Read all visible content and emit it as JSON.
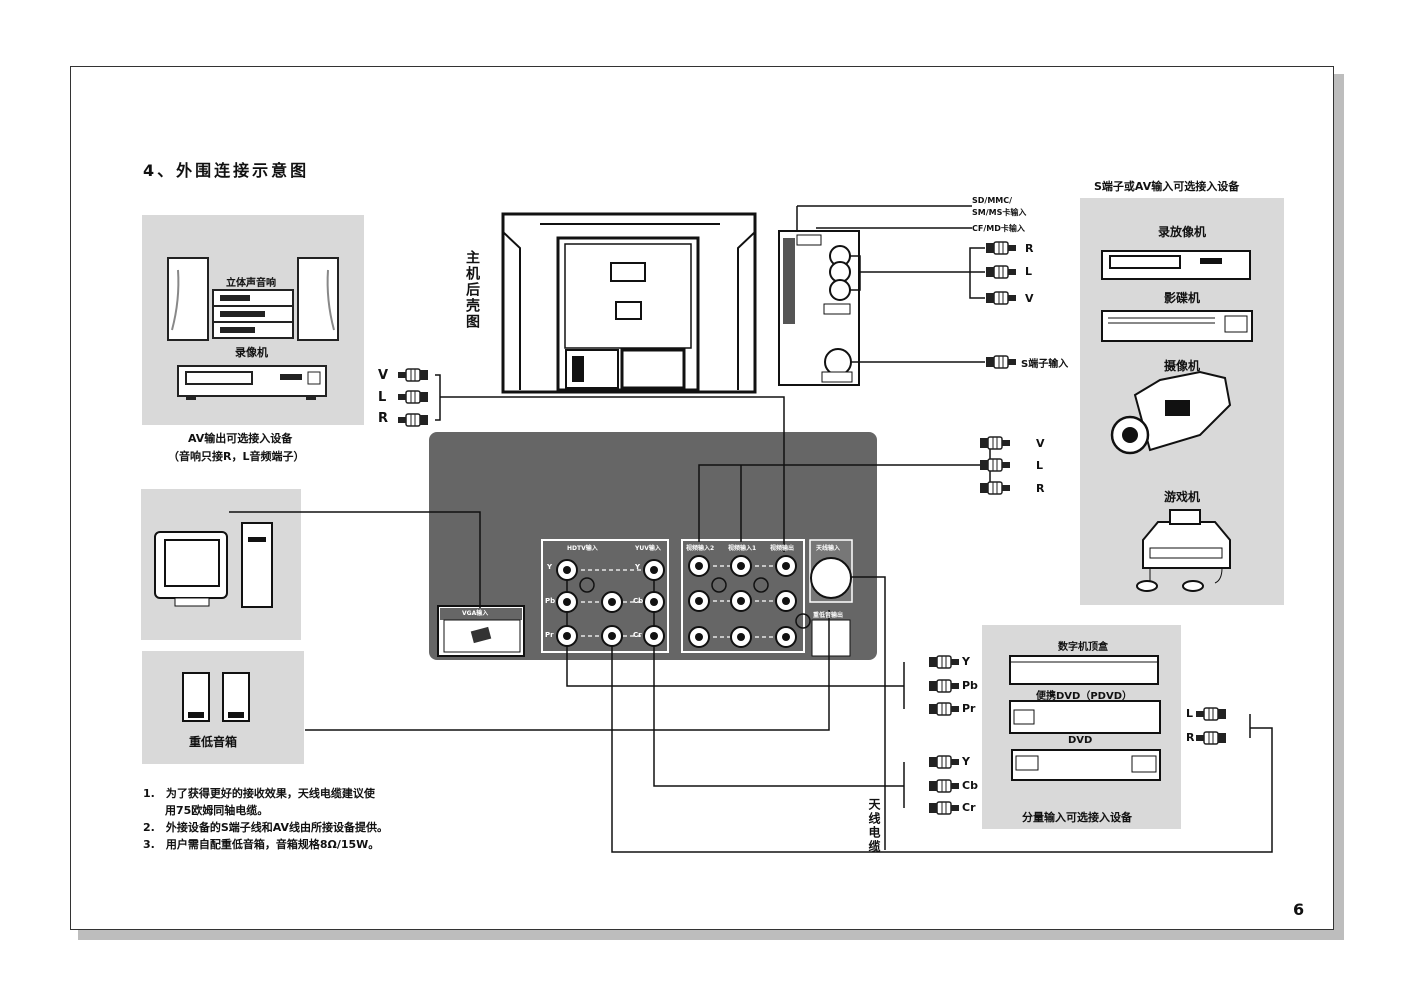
{
  "section_title": "4、外围连接示意图",
  "rear_view_label": "主机后壳图",
  "antenna_cable_label": "天线电缆",
  "page_number": "6",
  "left_panel": {
    "stereo_label": "立体声音响",
    "vcr_label": "录像机",
    "caption_line1": "AV输出可选接入设备",
    "caption_line2": "（音响只接R，L音频端子）",
    "ports": [
      "V",
      "L",
      "R"
    ]
  },
  "speakers_label": "重低音箱",
  "right_panel": {
    "title": "S端子或AV输入可选接入设备",
    "items": [
      "录放像机",
      "影碟机",
      "摄像机",
      "游戏机"
    ]
  },
  "card_slot": {
    "line1": "SD/MMC/",
    "line2": "SM/MS卡输入",
    "line3": "CF/MD卡输入",
    "rca": [
      "R",
      "L",
      "V"
    ],
    "s_video": "S端子输入"
  },
  "av_ports_right": [
    "V",
    "L",
    "R"
  ],
  "component_panel": {
    "title_top": "数字机顶盒",
    "pdvd_label": "便携DVD（PDVD）",
    "dvd_label": "DVD",
    "caption": "分量输入可选接入设备",
    "ypbpr": [
      "Y",
      "Pb",
      "Pr"
    ],
    "ycbcr": [
      "Y",
      "Cb",
      "Cr"
    ],
    "lr": [
      "L",
      "R"
    ]
  },
  "back_panel": {
    "vga_label": "VGA输入",
    "hdtv_label": "HDTV输入",
    "yuv_label": "YUV输入",
    "av_in2_label": "视频输入2",
    "av_in1_label": "视频输入1",
    "av_out_label": "视频输出",
    "rf_label": "天线输入",
    "sub_label": "重低音输出",
    "hdtv_ports": [
      "Y",
      "Pb",
      "Pr"
    ],
    "yuv_ports": [
      "Y",
      "Cb",
      "Cr"
    ]
  },
  "notes": [
    "1.　为了获得更好的接收效果，天线电缆建议使",
    "　　用75欧姆同轴电缆。",
    "2.　外接设备的S端子线和AV线由所接设备提供。",
    "3.　用户需自配重低音箱，音箱规格8Ω/15W。"
  ]
}
